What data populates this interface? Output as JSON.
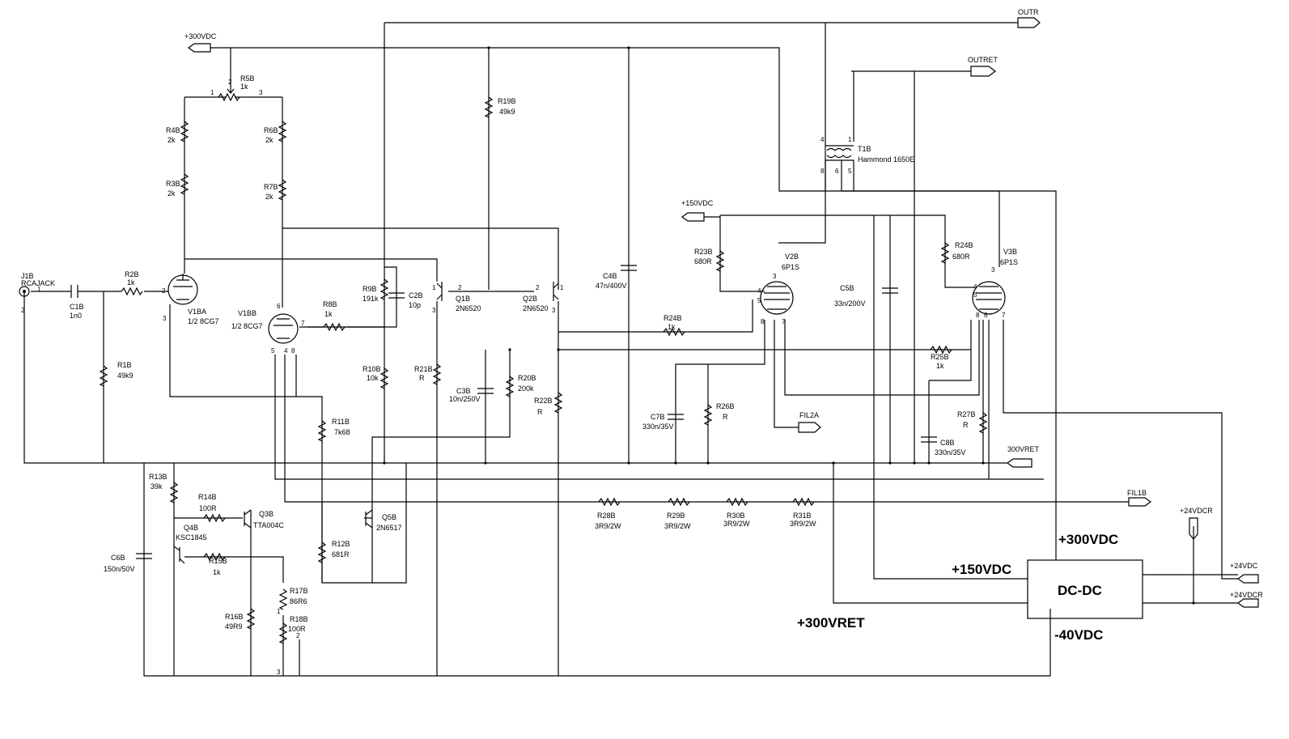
{
  "ports": {
    "v300_top": "+300VDC",
    "outr": "OUTR",
    "outret": "OUTRET",
    "v150": "+150VDC",
    "v300ret": "300VRET",
    "fil1": "FIL1B",
    "fil2": "FIL2A",
    "v24_r": "+24VDCR",
    "v24_out": "+24VDC",
    "v24_out_r": "+24VDCR"
  },
  "dcdc": {
    "label": "DC-DC",
    "plus300": "+300VDC",
    "plus150": "+150VDC",
    "ret300": "+300VRET",
    "minus40": "-40VDC"
  },
  "parts": {
    "J1": {
      "ref": "J1B",
      "value": "RCAJACK"
    },
    "C1": {
      "ref": "C1B",
      "value": "1n0"
    },
    "R1": {
      "ref": "R1B",
      "value": "49k9"
    },
    "R2": {
      "ref": "R2B",
      "value": "1k"
    },
    "R3": {
      "ref": "R3B",
      "value": "2k"
    },
    "R4": {
      "ref": "R4B",
      "value": "2k"
    },
    "R5": {
      "ref": "R5B",
      "value": "1k"
    },
    "R6": {
      "ref": "R6B",
      "value": "2k"
    },
    "R7": {
      "ref": "R7B",
      "value": "2k"
    },
    "R8": {
      "ref": "R8B",
      "value": "1k"
    },
    "R9": {
      "ref": "R9B",
      "value": "191k"
    },
    "R10": {
      "ref": "R10B",
      "value": "10k"
    },
    "R11": {
      "ref": "R11B",
      "value": "7k68"
    },
    "R12": {
      "ref": "R12B",
      "value": "681R"
    },
    "R13": {
      "ref": "R13B",
      "value": "39k"
    },
    "R14": {
      "ref": "R14B",
      "value": "100R"
    },
    "R15": {
      "ref": "R15B",
      "value": "1k"
    },
    "R16": {
      "ref": "R16B",
      "value": "49R9"
    },
    "R17": {
      "ref": "R17B",
      "value": "86R6"
    },
    "R18": {
      "ref": "R18B",
      "value": "100R"
    },
    "R19": {
      "ref": "R19B",
      "value": "49k9"
    },
    "R20": {
      "ref": "R20B",
      "value": "200k"
    },
    "R21": {
      "ref": "R21B",
      "value": "R"
    },
    "R22": {
      "ref": "R22B",
      "value": "R"
    },
    "R23": {
      "ref": "R23B",
      "value": "680R"
    },
    "R24a": {
      "ref": "R24B",
      "value": "1k"
    },
    "R24b": {
      "ref": "R24B",
      "value": "680R"
    },
    "R25": {
      "ref": "R25B",
      "value": "1k"
    },
    "R26": {
      "ref": "R26B",
      "value": "R"
    },
    "R27": {
      "ref": "R27B",
      "value": "R"
    },
    "R28": {
      "ref": "R28B",
      "value": "3R9/2W"
    },
    "R29": {
      "ref": "R29B",
      "value": "3R9/2W"
    },
    "R30": {
      "ref": "R30B",
      "value": "3R9/2W"
    },
    "R31": {
      "ref": "R31B",
      "value": "3R9/2W"
    },
    "C2": {
      "ref": "C2B",
      "value": "10p"
    },
    "C3": {
      "ref": "C3B",
      "value": "10n/250V"
    },
    "C4": {
      "ref": "C4B",
      "value": "47n/400V"
    },
    "C5": {
      "ref": "C5B",
      "value": "33n/200V"
    },
    "C6": {
      "ref": "C6B",
      "value": "150n/50V"
    },
    "C7": {
      "ref": "C7B",
      "value": "330n/35V"
    },
    "C8": {
      "ref": "C8B",
      "value": "330n/35V"
    },
    "V1A": {
      "ref": "V1BA",
      "value": "1/2 8CG7"
    },
    "V1B": {
      "ref": "V1BB",
      "value": "1/2 8CG7"
    },
    "V2": {
      "ref": "V2B",
      "value": "6P1S"
    },
    "V3": {
      "ref": "V3B",
      "value": "6P1S"
    },
    "Q1": {
      "ref": "Q1B",
      "value": "2N6520"
    },
    "Q2": {
      "ref": "Q2B",
      "value": "2N6520"
    },
    "Q3": {
      "ref": "Q3B",
      "value": "TTA004C"
    },
    "Q4": {
      "ref": "Q4B",
      "value": "KSC1845"
    },
    "Q5": {
      "ref": "Q5B",
      "value": "2N6517"
    },
    "T1": {
      "ref": "T1B",
      "value": "Hammond 1650E"
    }
  }
}
